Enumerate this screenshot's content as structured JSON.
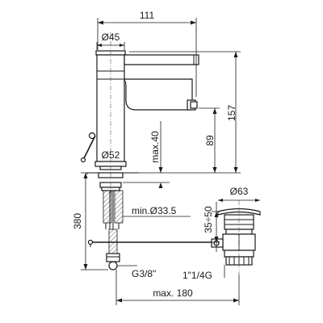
{
  "dimensions": {
    "top_width": "111",
    "body_diameter": "Ø45",
    "total_height": "157",
    "spout_height": "89",
    "base_diameter": "Ø52",
    "max_mount": "max.40",
    "hole_diameter": "min.Ø33.5",
    "hose_length": "380",
    "inlet_thread": "G3/8\"",
    "drain_diameter": "Ø63",
    "drain_range": "35÷50",
    "drain_thread": "1\"1/4G",
    "drain_max": "max. 180"
  }
}
